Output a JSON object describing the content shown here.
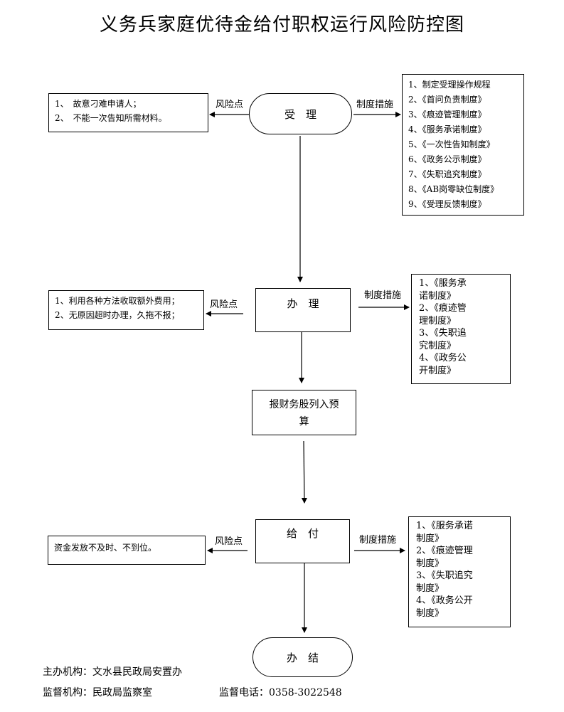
{
  "title": "义务兵家庭优待金给付职权运行风险防控图",
  "nodes": {
    "accept": "受　理",
    "handle": "办　理",
    "report": [
      "报财务股列入预",
      "算"
    ],
    "pay": "给　付",
    "finish": "办　结"
  },
  "labels": {
    "risk": "风险点",
    "measure": "制度措施"
  },
  "risks": {
    "accept": [
      "1、　故意刁难申请人；",
      "2、　不能一次告知所需材料。"
    ],
    "handle": [
      "1、利用各种方法收取额外费用；",
      "2、无原因超时办理，久拖不报；"
    ],
    "pay": [
      "资金发放不及时、不到位。"
    ]
  },
  "measures": {
    "accept": [
      "1、制定受理操作规程",
      "2、《首问负责制度》",
      "3、《痕迹管理制度》",
      "4、《服务承诺制度》",
      "5、《一次性告知制度》",
      "6、《政务公示制度》",
      "7、《失职追究制度》",
      "8、《AB岗零缺位制度》",
      "9、《受理反馈制度》"
    ],
    "handle": [
      "1、《服务承",
      "诺制度》",
      "2、《痕迹管",
      "理制度》",
      "3、《失职追",
      "究制度》",
      "4、《政务公",
      "开制度》"
    ],
    "pay": [
      "1、《服务承诺",
      "制度》",
      "2、《痕迹管理",
      "制度》",
      "3、《失职追究",
      "制度》",
      "4、《政务公开",
      "制度》"
    ]
  },
  "footer": {
    "host": "主办机构：文水县民政局安置办",
    "supervisor": "监督机构：民政局监察室",
    "phone": "监督电话：0358-3022548"
  }
}
